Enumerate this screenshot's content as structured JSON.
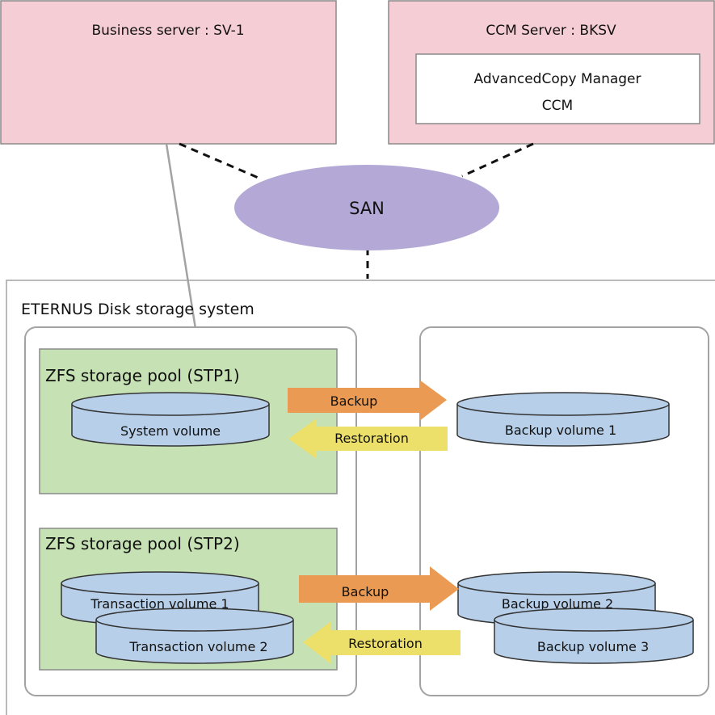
{
  "business_server": {
    "label": "Business server : SV-1"
  },
  "ccm_server": {
    "label": "CCM Server : BKSV",
    "app_line1": "AdvancedCopy Manager",
    "app_line2": "CCM"
  },
  "san": {
    "label": "SAN"
  },
  "storage_system": {
    "label": "ETERNUS Disk storage system"
  },
  "pool1": {
    "label": "ZFS storage pool (STP1)",
    "volumes": [
      "System volume"
    ]
  },
  "pool2": {
    "label": "ZFS storage pool (STP2)",
    "volumes": [
      "Transaction volume 1",
      "Transaction volume 2"
    ]
  },
  "backup_volumes": [
    "Backup volume 1",
    "Backup volume 2",
    "Backup volume 3"
  ],
  "arrows": {
    "backup": "Backup",
    "restoration": "Restoration"
  },
  "colors": {
    "server_fill": "#f5cdd4",
    "pool_fill": "#c6e1b4",
    "volume_fill": "#b7cfe9",
    "san_fill": "#b4a9d6",
    "backup_arrow": "#ea9a52",
    "restore_arrow": "#ece06a"
  }
}
